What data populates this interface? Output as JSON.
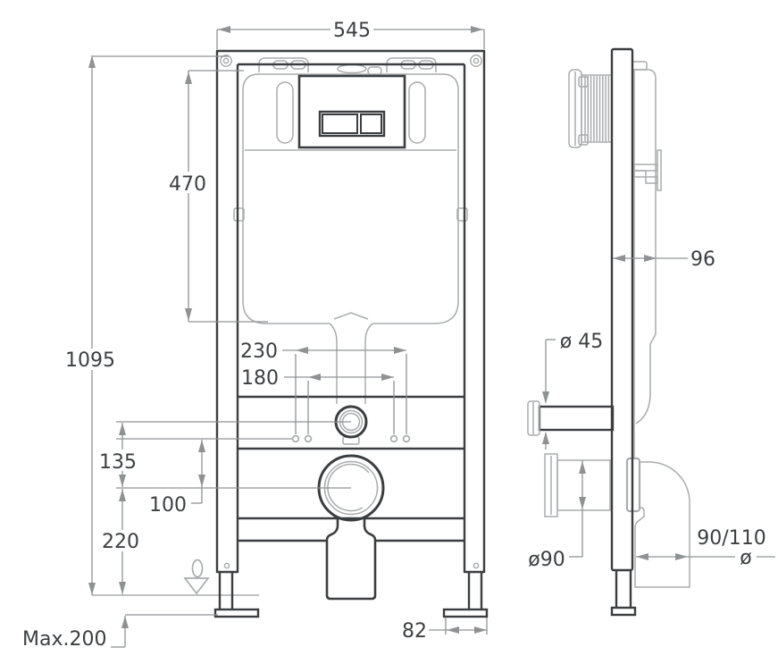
{
  "front_view": {
    "frame_width": "545",
    "cistern_height": "470",
    "total_height": "1095",
    "fixing_spacing_outer": "230",
    "fixing_spacing_inner": "180",
    "inlet_to_outlet_offset": "135",
    "fixing_to_outlet_offset": "100",
    "outlet_center_height": "220",
    "max_foot_adjustment": "Max.200",
    "foot_plate_width": "82"
  },
  "side_view": {
    "frame_depth": "96",
    "inlet_pipe_diameter": "ø 45",
    "outlet_pipe_diameter": "ø90",
    "waste_bend_size": "90/110",
    "waste_bend_diameter_symbol": "ø"
  }
}
